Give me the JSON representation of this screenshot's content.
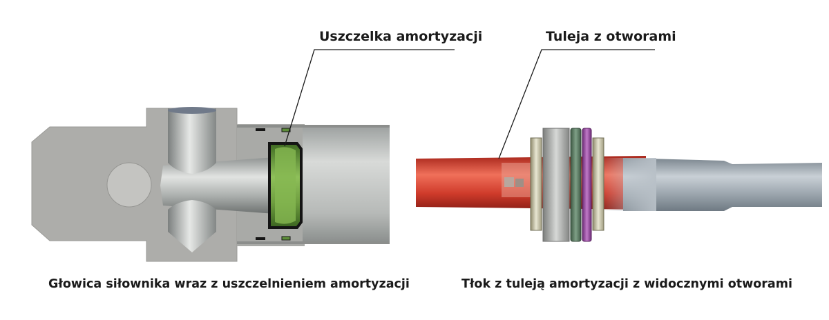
{
  "callouts": {
    "seal": "Uszczelka amortyzacji",
    "sleeve": "Tuleja z otworami"
  },
  "captions": {
    "left": "Głowica siłownika wraz z uszczelnieniem amortyzacji",
    "right": "Tłok z tuleją amortyzacji z widocznymi otworami"
  },
  "colors": {
    "housing": "#adadaa",
    "seal": "#7aaa4c",
    "sleeve": "#d9432f",
    "rod": "#9aa4ac",
    "purple_ring": "#9a4aa2",
    "green_ring": "#5d7a63",
    "leader": "#1a1a1a"
  }
}
